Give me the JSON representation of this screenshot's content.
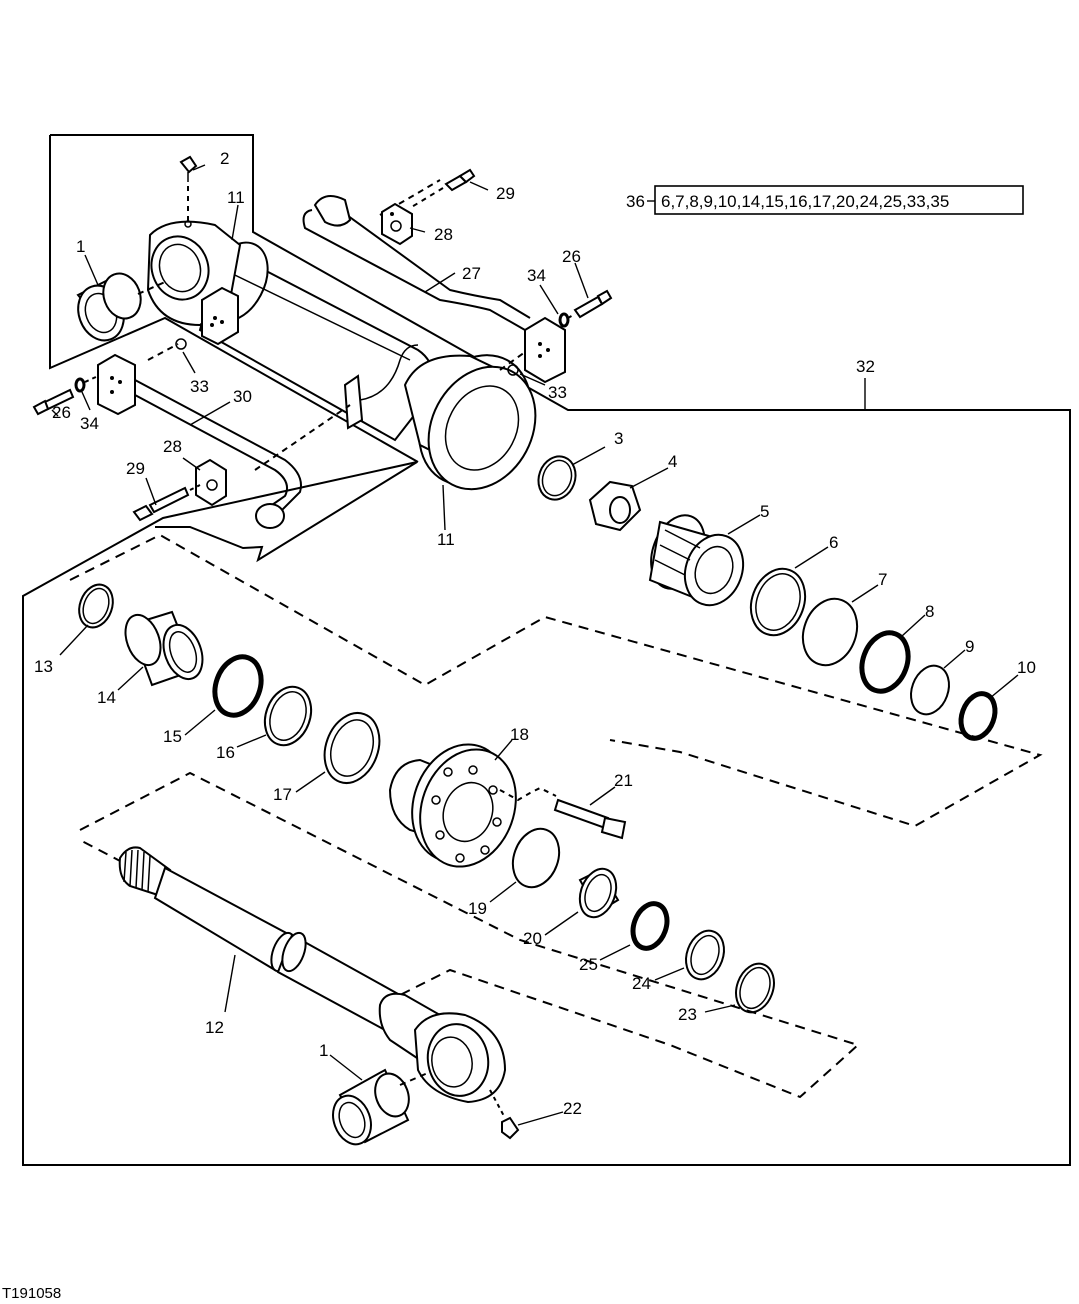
{
  "figure_id": "T191058",
  "kit": {
    "number": "36",
    "contents": "6,7,8,9,10,14,15,16,17,20,24,25,33,35"
  },
  "callouts": {
    "c1_top": "1",
    "c1_bottom": "1",
    "c2": "2",
    "c3": "3",
    "c4": "4",
    "c5": "5",
    "c6": "6",
    "c7": "7",
    "c8": "8",
    "c9": "9",
    "c10": "10",
    "c11_top": "11",
    "c11_bottom": "11",
    "c12": "12",
    "c13": "13",
    "c14": "14",
    "c15": "15",
    "c16": "16",
    "c17": "17",
    "c18": "18",
    "c19": "19",
    "c20": "20",
    "c21": "21",
    "c22": "22",
    "c23": "23",
    "c24": "24",
    "c25": "25",
    "c26_left": "26",
    "c26_right": "26",
    "c27": "27",
    "c28_top": "28",
    "c28_left": "28",
    "c29_top": "29",
    "c29_left": "29",
    "c30": "30",
    "c32": "32",
    "c33_left": "33",
    "c33_right": "33",
    "c34_left": "34",
    "c34_right": "34"
  }
}
